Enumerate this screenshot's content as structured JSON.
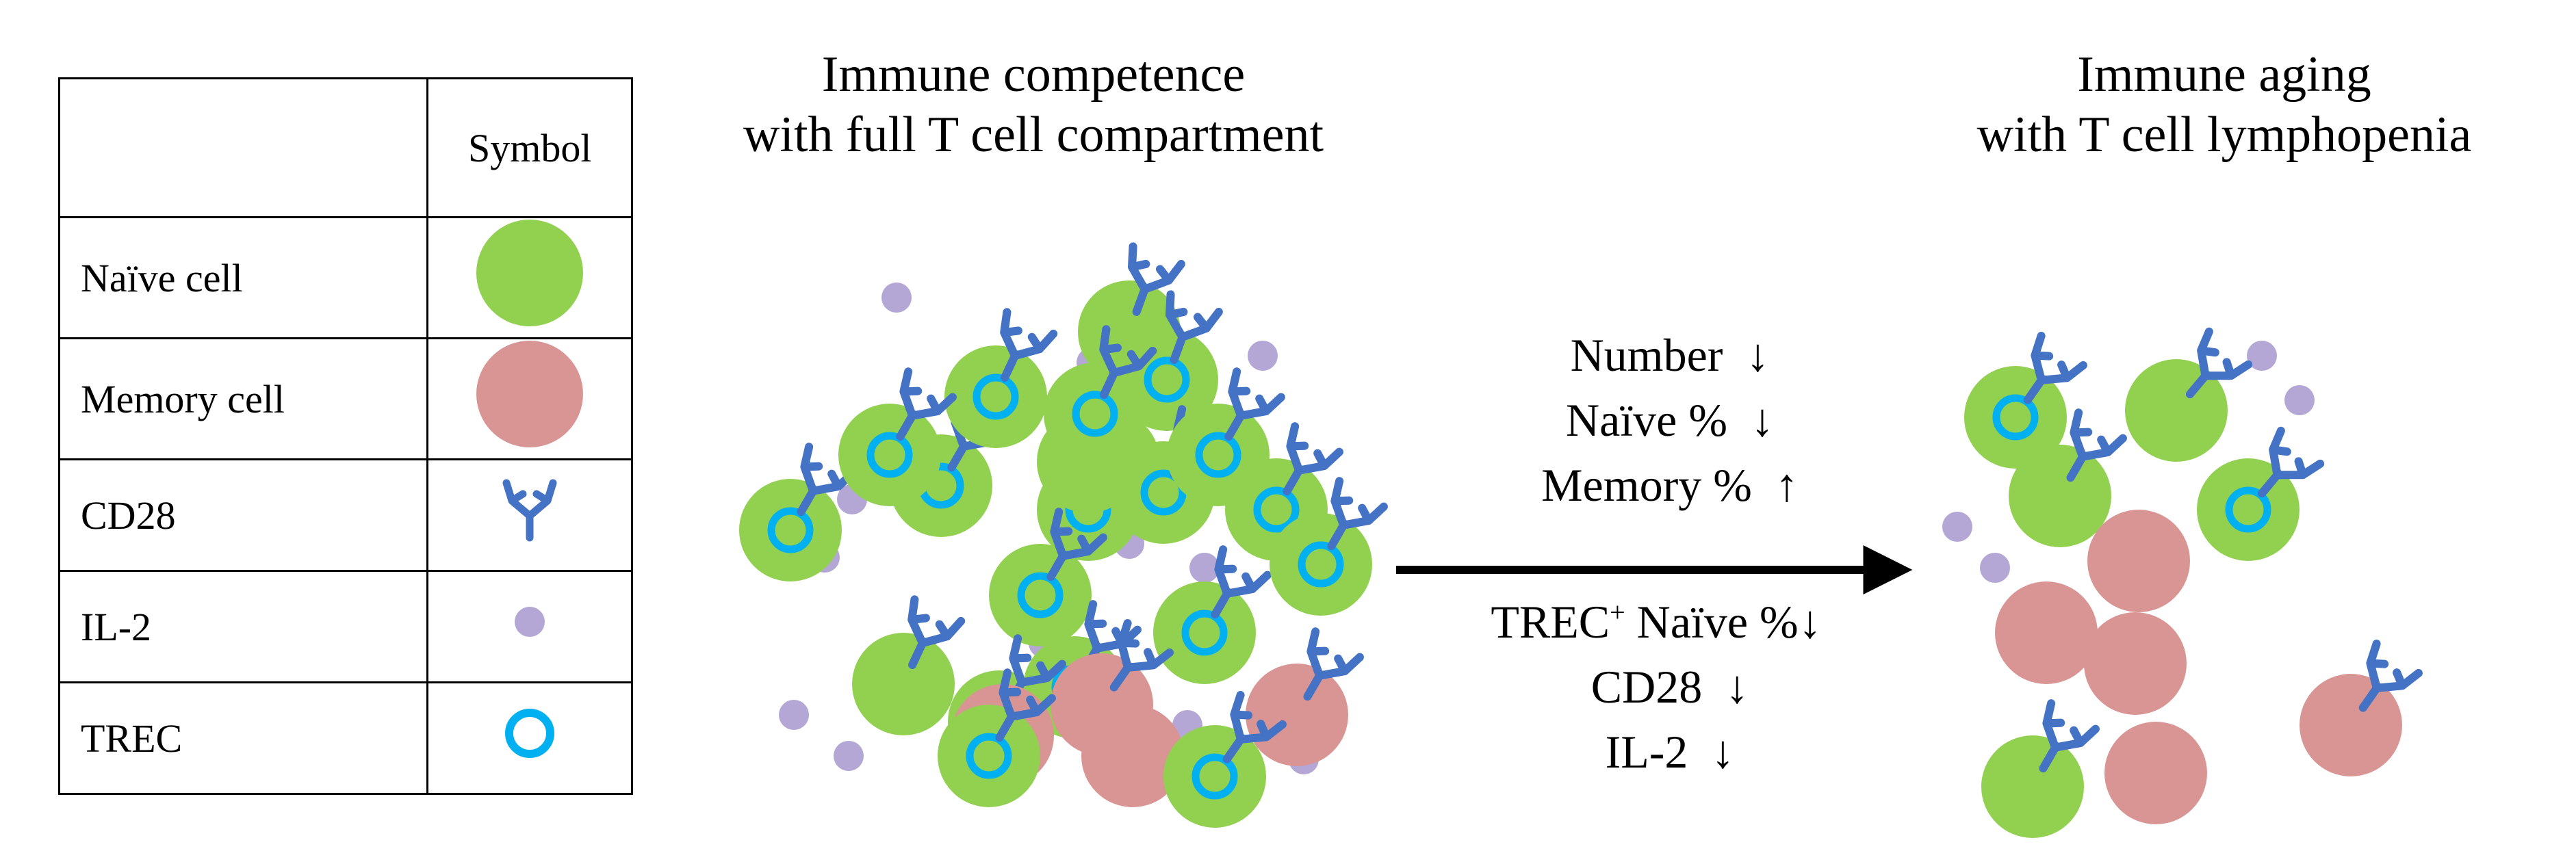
{
  "legend": {
    "header": "Symbol",
    "rows": [
      {
        "label": "Naïve cell",
        "icon": "naive-cell-icon"
      },
      {
        "label": "Memory cell",
        "icon": "memory-cell-icon"
      },
      {
        "label": "CD28",
        "icon": "cd28-receptor-icon"
      },
      {
        "label": "IL-2",
        "icon": "il2-dot-icon"
      },
      {
        "label": "TREC",
        "icon": "trec-ring-icon"
      }
    ]
  },
  "left_panel": {
    "title_line1": "Immune competence",
    "title_line2": "with full T cell compartment"
  },
  "right_panel": {
    "title_line1": "Immune aging",
    "title_line2": "with T cell lymphopenia"
  },
  "changes_above": [
    {
      "text": "Number",
      "arrow": "↓"
    },
    {
      "text": "Naïve %",
      "arrow": "↓"
    },
    {
      "text": "Memory %",
      "arrow": "↑"
    }
  ],
  "changes_below": [
    {
      "text_main": "TREC",
      "sup": "+",
      "text_rest": " Naïve %",
      "arrow": "↓"
    },
    {
      "text": "CD28",
      "arrow": "↓"
    },
    {
      "text": "IL-2",
      "arrow": "↓"
    }
  ],
  "colors": {
    "naive": "#92d050",
    "memory": "#d99594",
    "cd28": "#4472c4",
    "il2": "#b4a7d6",
    "trec": "#00b0f0",
    "arrow": "#000000"
  }
}
